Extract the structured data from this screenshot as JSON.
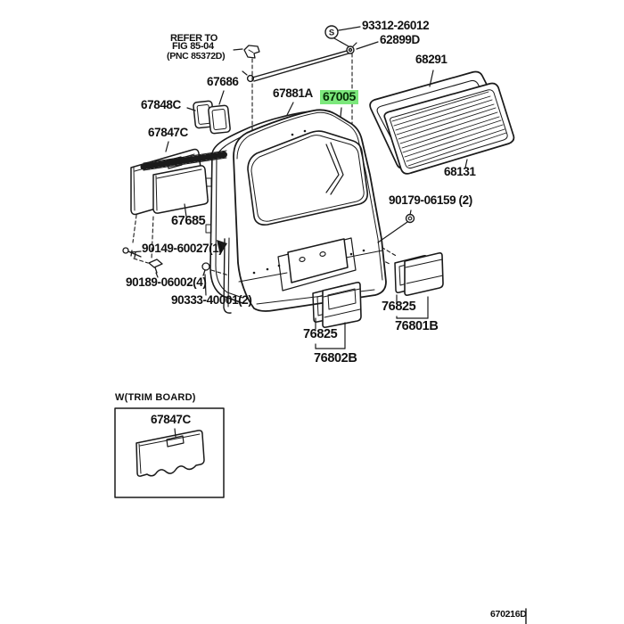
{
  "diagram": {
    "code": "670216D",
    "colors": {
      "line": "#1a1a1a",
      "highlight_bg": "#7CE87C"
    },
    "note": {
      "line1": "REFER TO",
      "line2": "FIG 85-04",
      "line3": "(PNC 85372D)"
    },
    "screw_symbol": "S",
    "parts": {
      "p93312": "93312-26012",
      "p62899D": "62899D",
      "p68291": "68291",
      "p67686": "67686",
      "p67848C": "67848C",
      "p67847C": "67847C",
      "p67881A": "67881A",
      "p67005": "67005",
      "p68131": "68131",
      "p90179": "90179-06159 (2)",
      "p67685": "67685",
      "p90149": "90149-60027(1)",
      "p90189": "90189-06002(4)",
      "p90333": "90333-40001(2)",
      "p76825_left": "76825",
      "p76802B": "76802B",
      "p76825_right": "76825",
      "p76801B": "76801B"
    },
    "inset": {
      "title": "W(TRIM BOARD)",
      "part": "67847C"
    }
  }
}
